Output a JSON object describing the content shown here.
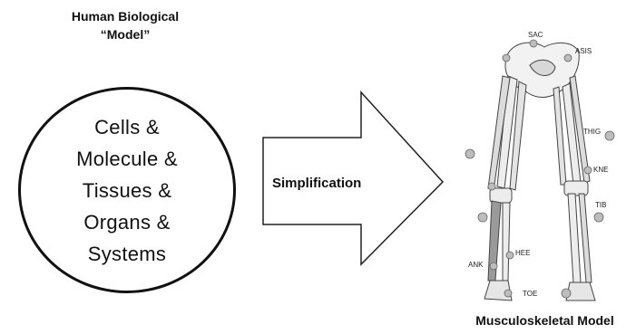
{
  "left_title": {
    "line1": "Human Biological",
    "line2": "“Model”"
  },
  "circle_lines": [
    "Cells &",
    "Molecule &",
    "Tissues &",
    "Organs &",
    "Systems"
  ],
  "arrow_label": "Simplification",
  "right_title": "Musculoskeletal Model",
  "markers": {
    "sac": "SAC",
    "asis": "ASIS",
    "thig": "THIG",
    "kne": "KNE",
    "tib": "TIB",
    "hee": "HEE",
    "ank": "ANK",
    "toe": "TOE"
  }
}
